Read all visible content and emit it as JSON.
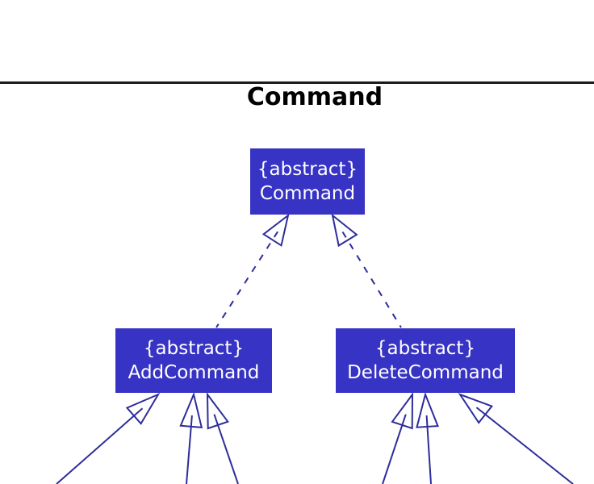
{
  "title": "Command",
  "colors": {
    "background": "#ffffff",
    "rule": "#1c1c1c",
    "title_text": "#000000",
    "box_fill": "#3733c4",
    "box_text": "#ffffff",
    "line": "#2d2d9b"
  },
  "diagram": {
    "type": "uml-class-diagram",
    "nodes": [
      {
        "id": "command",
        "stereotype": "{abstract}",
        "name": "Command"
      },
      {
        "id": "add-command",
        "stereotype": "{abstract}",
        "name": "AddCommand"
      },
      {
        "id": "delete-command",
        "stereotype": "{abstract}",
        "name": "DeleteCommand"
      }
    ],
    "edges": [
      {
        "from": "add-command",
        "to": "command",
        "style": "dashed",
        "arrow": "hollow-triangle"
      },
      {
        "from": "delete-command",
        "to": "command",
        "style": "dashed",
        "arrow": "hollow-triangle"
      },
      {
        "from": "offscreen-bottom-left",
        "to": "add-command",
        "style": "solid",
        "arrow": "hollow-triangle"
      },
      {
        "from": "offscreen-bottom",
        "to": "add-command",
        "style": "solid",
        "arrow": "hollow-triangle"
      },
      {
        "from": "offscreen-bottom",
        "to": "add-command",
        "style": "solid",
        "arrow": "hollow-triangle"
      },
      {
        "from": "offscreen-bottom",
        "to": "delete-command",
        "style": "solid",
        "arrow": "hollow-triangle"
      },
      {
        "from": "offscreen-bottom",
        "to": "delete-command",
        "style": "solid",
        "arrow": "hollow-triangle"
      },
      {
        "from": "offscreen-bottom-right",
        "to": "delete-command",
        "style": "solid",
        "arrow": "hollow-triangle"
      }
    ]
  }
}
